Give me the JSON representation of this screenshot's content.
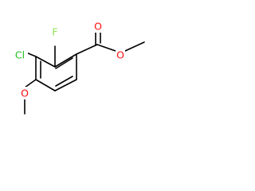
{
  "colors": {
    "bond": "#000000",
    "fluorine": "#90e050",
    "chlorine": "#1fbf1f",
    "oxygen": "#ff0d0d",
    "background": "#ffffff"
  },
  "atoms": {
    "fluorine": "F",
    "chlorine": "Cl",
    "carbonyl_oxygen": "O",
    "ester_oxygen": "O",
    "methoxy_oxygen": "O"
  }
}
